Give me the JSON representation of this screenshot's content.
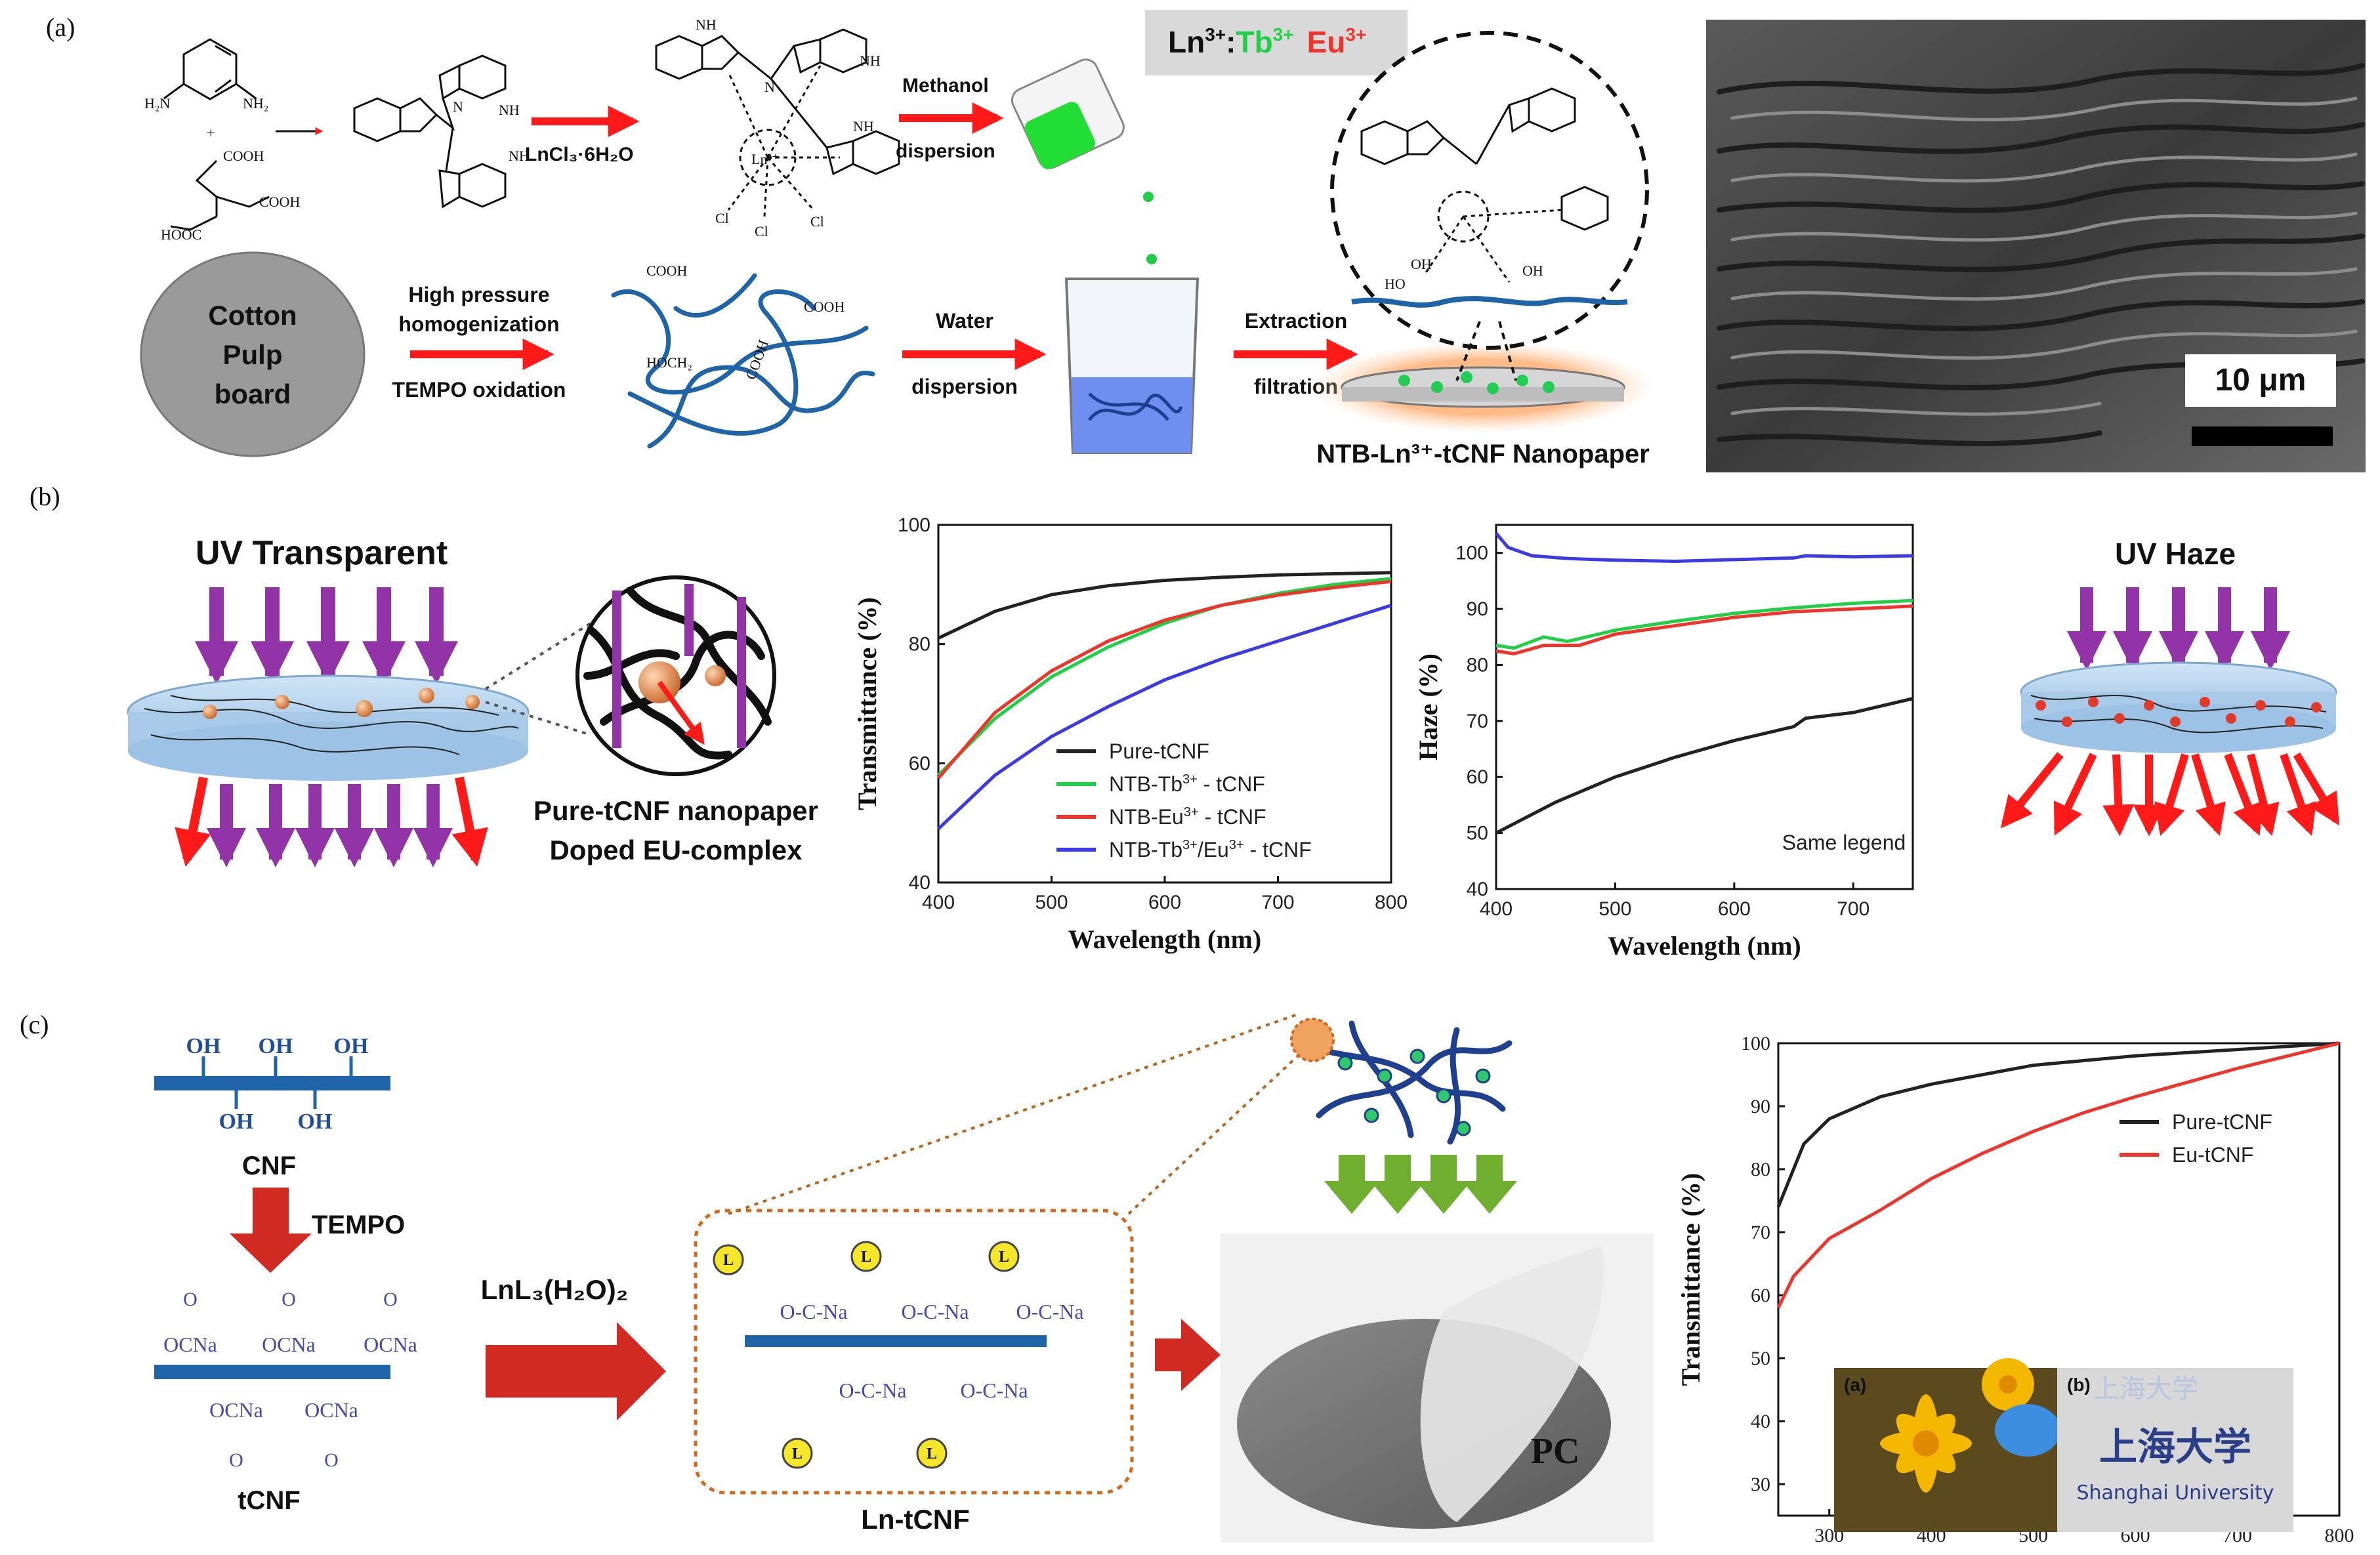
{
  "panels": {
    "a": "(a)",
    "b": "(b)",
    "c": "(c)"
  },
  "panel_a": {
    "ln_box": {
      "prefix": "Ln",
      "prefix_sup": "3+",
      "sep": ":",
      "tb": "Tb",
      "tb_sup": "3+",
      "eu": "Eu",
      "eu_sup": "3+"
    },
    "chem_top": {
      "diamine_nh2_left": "H₂N",
      "diamine_nh2_right": "NH₂",
      "plus": "+",
      "cooh_top": "COOH",
      "cooh_right": "COOH",
      "hooc": "HOOC",
      "nh": "NH",
      "n": "N",
      "ln": "Ln",
      "cl": "Cl",
      "ln_ion": "Ln³⁺"
    },
    "step1_label": "LnCl₃·6H₂O",
    "step2_label_line1": "Methanol",
    "step2_label_line2": "dispersion",
    "cotton": [
      "Cotton",
      "Pulp",
      "board"
    ],
    "hp_line1": "High pressure",
    "hp_line2": "homogenization",
    "tempo_oxidation": "TEMPO oxidation",
    "fiber_labels": {
      "cooh1": "COOH",
      "cooh2": "COOH",
      "hoch2": "HOCH₂",
      "cooh3": "COOH"
    },
    "water_line1": "Water",
    "water_line2": "dispersion",
    "extract_line1": "Extraction",
    "extract_line2": "filtration",
    "nanopaper_label": "NTB-Ln³⁺-tCNF Nanopaper",
    "bubble_labels": {
      "oh1": "OH",
      "oh2": "OH",
      "ho": "HO"
    },
    "sem_scale": "10 μm"
  },
  "panel_b": {
    "uv_transparent": "UV Transparent",
    "zoom_caption_line1": "Pure-tCNF nanopaper",
    "zoom_caption_line2": "Doped EU-complex",
    "uv_haze": "UV Haze",
    "same_legend": "Same legend"
  },
  "panel_c": {
    "cnf_label": "CNF",
    "tempo_label": "TEMPO",
    "tcnf_label": "tCNF",
    "oh": "OH",
    "ocna": "OCNa",
    "o": "O",
    "reagent": "LnL₃(H₂O)₂",
    "ln_tcnf_label": "Ln-tCNF",
    "l": "L",
    "ocna_long": "O-C-Na",
    "pc_label": "PC",
    "inset_a": "(a)",
    "inset_b": "(b)",
    "inset_univ_cn": "上海大学",
    "inset_univ_en": "Shanghai University"
  },
  "colors": {
    "black": "#222222",
    "green": "#1fcf45",
    "red": "#f0342c",
    "blue": "#3a3ae6",
    "arrow_red": "#ff1a1a",
    "dark_red": "#d12a22",
    "purple": "#9333a8",
    "nanofiber_blue": "#1f63a8"
  },
  "chart_data": [
    {
      "type": "line",
      "panel": "b-left",
      "xlabel": "Wavelength (nm)",
      "ylabel": "Transmittance (%)",
      "xlim": [
        400,
        800
      ],
      "ylim": [
        40,
        100
      ],
      "xticks": [
        "400",
        "500",
        "600",
        "700",
        "800"
      ],
      "yticks": [
        "40",
        "60",
        "80",
        "100"
      ],
      "legend_position": "lower-left",
      "series": [
        {
          "name": "Pure-tCNF",
          "name_html": "Pure-tCNF",
          "color": "#222222",
          "x": [
            400,
            450,
            500,
            550,
            600,
            650,
            700,
            750,
            800
          ],
          "y": [
            81,
            85.5,
            88.3,
            89.8,
            90.7,
            91.2,
            91.6,
            91.8,
            92
          ]
        },
        {
          "name": "NTB-Tb3+ - tCNF",
          "label_base": "NTB-Tb",
          "label_sup": "3+",
          "label_tail": " - tCNF",
          "color": "#1fcf45",
          "x": [
            400,
            450,
            500,
            550,
            600,
            650,
            700,
            750,
            800
          ],
          "y": [
            58,
            67.5,
            74.5,
            79.5,
            83.5,
            86.5,
            88.5,
            90,
            91
          ]
        },
        {
          "name": "NTB-Eu3+ - tCNF",
          "label_base": "NTB-Eu",
          "label_sup": "3+",
          "label_tail": " - tCNF",
          "color": "#f0342c",
          "x": [
            400,
            450,
            500,
            550,
            600,
            650,
            700,
            750,
            800
          ],
          "y": [
            57.5,
            68.5,
            75.5,
            80.5,
            84,
            86.5,
            88.2,
            89.5,
            90.5
          ]
        },
        {
          "name": "NTB-Tb3+/Eu3+ - tCNF",
          "label_base": "NTB-Tb",
          "label_sup": "3+",
          "label_mid": "/Eu",
          "label_sup2": "3+",
          "label_tail": " - tCNF",
          "color": "#3a3ae6",
          "x": [
            400,
            450,
            500,
            550,
            600,
            650,
            700,
            750,
            800
          ],
          "y": [
            49,
            58,
            64.5,
            69.5,
            74,
            77.5,
            80.5,
            83.5,
            86.5
          ]
        }
      ]
    },
    {
      "type": "line",
      "panel": "b-right",
      "xlabel": "Wavelength (nm)",
      "ylabel": "Haze (%)",
      "xlim": [
        400,
        750
      ],
      "ylim": [
        40,
        105
      ],
      "xticks": [
        "400",
        "500",
        "600",
        "700"
      ],
      "yticks": [
        "40",
        "50",
        "60",
        "70",
        "80",
        "90",
        "100"
      ],
      "series": [
        {
          "color": "#3a3ae6",
          "x": [
            400,
            410,
            430,
            460,
            500,
            550,
            600,
            650,
            660,
            700,
            750
          ],
          "y": [
            103.5,
            101,
            99.5,
            99,
            98.7,
            98.5,
            98.8,
            99.1,
            99.5,
            99.3,
            99.5
          ]
        },
        {
          "color": "#1fcf45",
          "x": [
            400,
            415,
            440,
            460,
            500,
            550,
            600,
            650,
            700,
            750
          ],
          "y": [
            83.5,
            83,
            85,
            84.2,
            86.2,
            87.8,
            89.2,
            90.2,
            91,
            91.5
          ]
        },
        {
          "color": "#f0342c",
          "x": [
            400,
            415,
            440,
            470,
            500,
            550,
            600,
            650,
            700,
            750
          ],
          "y": [
            82.5,
            82,
            83.5,
            83.5,
            85.5,
            87,
            88.5,
            89.5,
            90,
            90.5
          ]
        },
        {
          "color": "#222222",
          "x": [
            400,
            450,
            500,
            550,
            600,
            650,
            660,
            700,
            750
          ],
          "y": [
            50,
            55.5,
            60,
            63.5,
            66.5,
            69,
            70.5,
            71.5,
            74
          ]
        }
      ]
    },
    {
      "type": "line",
      "panel": "c",
      "xlabel": "Wavelength (nm)",
      "ylabel": "Transmittance (%)",
      "xlim": [
        250,
        800
      ],
      "ylim": [
        25,
        100
      ],
      "xticks": [
        "300",
        "400",
        "500",
        "600",
        "700",
        "800"
      ],
      "yticks": [
        "30",
        "40",
        "50",
        "60",
        "70",
        "80",
        "90",
        "100"
      ],
      "legend_position": "top-right",
      "series": [
        {
          "name": "Pure-tCNF",
          "color": "#222222",
          "x": [
            250,
            260,
            275,
            300,
            350,
            400,
            450,
            500,
            600,
            700,
            800
          ],
          "y": [
            74,
            78,
            84,
            88,
            91.5,
            93.5,
            95,
            96.5,
            98,
            99,
            100
          ]
        },
        {
          "name": "Eu-tCNF",
          "color": "#f0342c",
          "x": [
            250,
            265,
            300,
            350,
            400,
            450,
            500,
            550,
            600,
            700,
            800
          ],
          "y": [
            58,
            63,
            69,
            73.5,
            78.5,
            82.5,
            86,
            89,
            91.5,
            96,
            100
          ]
        }
      ]
    }
  ]
}
